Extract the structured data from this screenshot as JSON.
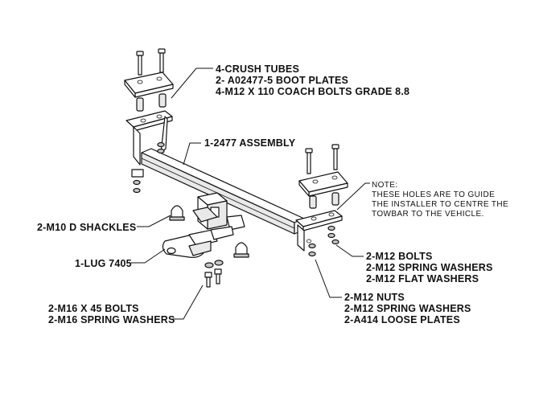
{
  "labels": {
    "top_right": {
      "line1": "4-CRUSH TUBES",
      "line2": "2- A02477-5 BOOT PLATES",
      "line3": "4-M12 X 110 COACH BOLTS GRADE 8.8"
    },
    "assembly": "1-2477 ASSEMBLY",
    "note": {
      "line1": "NOTE:",
      "line2": "THESE HOLES ARE TO GUIDE",
      "line3": "THE INSTALLER TO CENTRE THE",
      "line4": "TOWBAR TO THE VEHICLE."
    },
    "shackles": "2-M10 D SHACKLES",
    "lug": "1-LUG 7405",
    "bolts_right": {
      "line1": "2-M12 BOLTS",
      "line2": "2-M12 SPRING WASHERS",
      "line3": "2-M12 FLAT WASHERS"
    },
    "nuts": {
      "line1": "2-M12 NUTS",
      "line2": "2-M12 SPRING WASHERS",
      "line3": "2-A414 LOOSE PLATES"
    },
    "bolts_left": {
      "line1": "2-M16 X 45 BOLTS",
      "line2": "2-M16 SPRING WASHERS"
    }
  }
}
